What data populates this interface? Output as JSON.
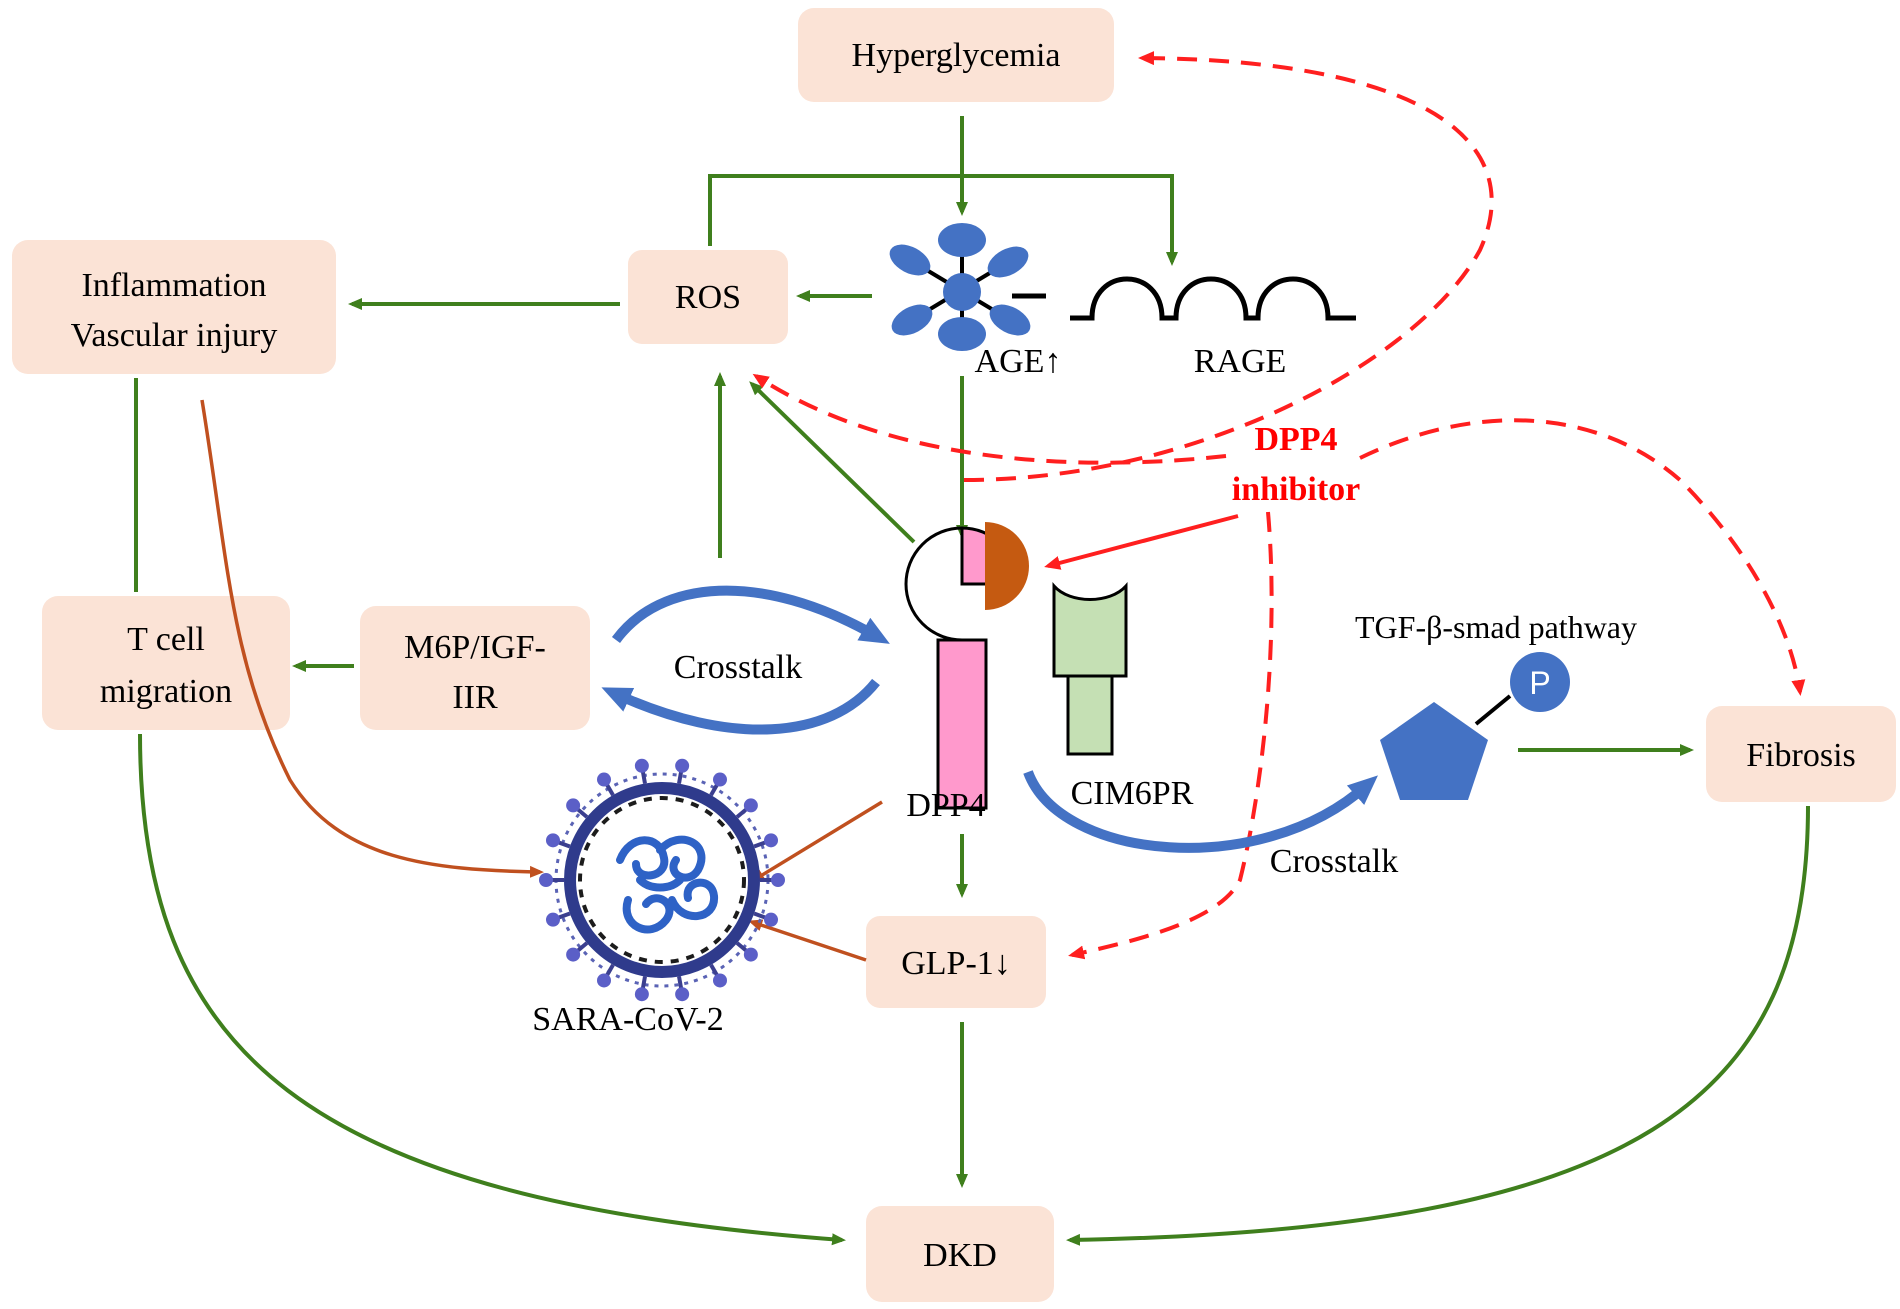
{
  "colors": {
    "box_fill": "#fbe3d6",
    "green_arrow": "#3f7f1d",
    "orange_arrow": "#c0501f",
    "red_inhibitor": "#ff1f1f",
    "blue_molecule": "#4472c4",
    "dpp4_pink": "#ff99cc",
    "cim6pr_green": "#c5e0b4",
    "inhibitor_brown": "#c55a11"
  },
  "nodes": {
    "hyperglycemia": "Hyperglycemia",
    "ros": "ROS",
    "inflammation_line1": "Inflammation",
    "inflammation_line2": "Vascular injury",
    "tcell_line1": "T cell",
    "tcell_line2": "migration",
    "m6p_line1": "M6P/IGF-",
    "m6p_line2": "IIR",
    "glp1": "GLP-1↓",
    "fibrosis": "Fibrosis",
    "dkd": "DKD"
  },
  "labels": {
    "age": "AGE↑",
    "rage": "RAGE",
    "dpp4_inhibitor_line1": "DPP4",
    "dpp4_inhibitor_line2": "inhibitor",
    "crosstalk_left": "Crosstalk",
    "crosstalk_right": "Crosstalk",
    "dpp4": "DPP4",
    "cim6pr": "CIM6PR",
    "tgf": "TGF-β-smad  pathway",
    "phospho": "P",
    "virus": "SARA-CoV-2"
  }
}
